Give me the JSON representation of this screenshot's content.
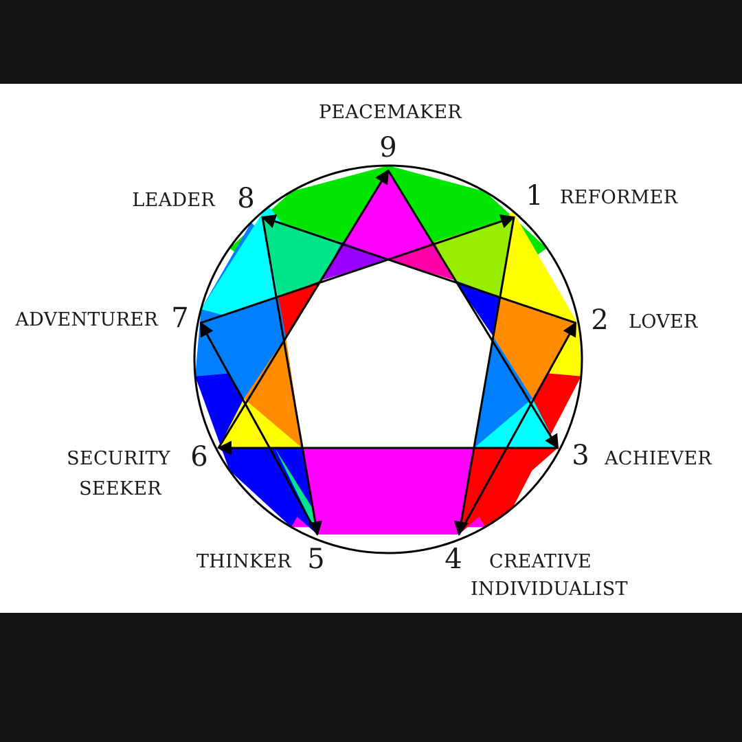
{
  "diagram": {
    "colors": {
      "background": "#141214",
      "panel": "#ffffff",
      "outline": "#000000",
      "green": "#00e600",
      "magenta": "#ff00ff",
      "yellow": "#ffff00",
      "red": "#ff0000",
      "orange": "#ff8c00",
      "azure": "#0080ff",
      "blue": "#0000ff",
      "cyan": "#00ffff",
      "teal": "#00e58a",
      "lime": "#99ee00",
      "purple": "#9900ff",
      "pink": "#ff00a8"
    },
    "points": [
      {
        "number": "9",
        "label_lines": [
          "PEACEMAKER"
        ]
      },
      {
        "number": "1",
        "label_lines": [
          "REFORMER"
        ]
      },
      {
        "number": "2",
        "label_lines": [
          "LOVER"
        ]
      },
      {
        "number": "3",
        "label_lines": [
          "ACHIEVER"
        ]
      },
      {
        "number": "4",
        "label_lines": [
          "CREATIVE",
          "INDIVIDUALIST"
        ]
      },
      {
        "number": "5",
        "label_lines": [
          "THINKER"
        ]
      },
      {
        "number": "6",
        "label_lines": [
          "SECURITY",
          "SEEKER"
        ]
      },
      {
        "number": "7",
        "label_lines": [
          "ADVENTURER"
        ]
      },
      {
        "number": "8",
        "label_lines": [
          "LEADER"
        ]
      }
    ],
    "triangle": [
      "9",
      "3",
      "6"
    ],
    "hexad": [
      "1",
      "4",
      "2",
      "8",
      "5",
      "7"
    ]
  }
}
